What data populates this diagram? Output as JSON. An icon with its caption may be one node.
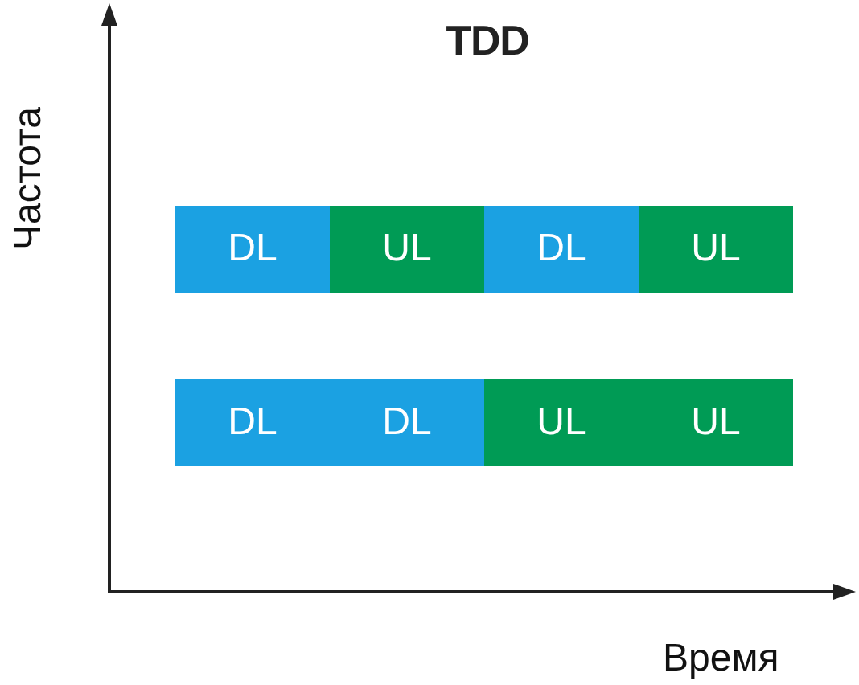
{
  "diagram": {
    "title": "TDD",
    "nodes": [
      {
        "text": [
          "DL"
        ]
      },
      {
        "text": [
          "UL"
        ]
      },
      {
        "text": [
          "DL"
        ]
      },
      {
        "text": [
          "UL"
        ]
      },
      {
        "text": [
          "DL"
        ]
      },
      {
        "text": [
          "DL"
        ]
      },
      {
        "text": [
          "UL"
        ]
      },
      {
        "text": [
          "UL"
        ]
      }
    ],
    "labels": [
      "Частота",
      "Время"
    ]
  }
}
